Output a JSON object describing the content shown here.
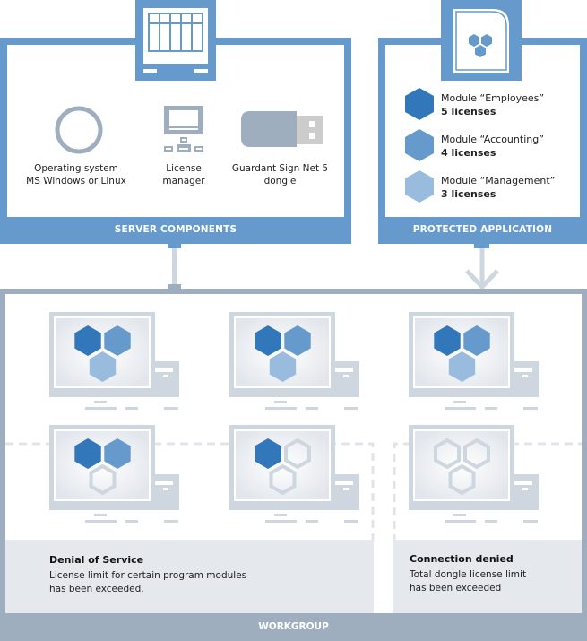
{
  "server_components": {
    "title": "SERVER COMPONENTS",
    "icon": "server-icon",
    "items": [
      {
        "icon": "os-ring-icon",
        "line1": "Operating system",
        "line2": "MS Windows or Linux"
      },
      {
        "icon": "license-manager-icon",
        "line1": "License",
        "line2": "manager"
      },
      {
        "icon": "usb-dongle-icon",
        "line1": "Guardant Sign Net 5",
        "line2": "dongle"
      }
    ]
  },
  "protected_application": {
    "title": "PROTECTED APPLICATION",
    "icon": "application-document-icon",
    "modules": [
      {
        "name": "Module “Employees”",
        "licenses": "5 licenses",
        "color": "#3377bb"
      },
      {
        "name": "Module “Accounting”",
        "licenses": "4 licenses",
        "color": "#6699cc"
      },
      {
        "name": "Module “Management”",
        "licenses": "3 licenses",
        "color": "#99bbdd"
      }
    ]
  },
  "workgroup": {
    "title": "WORKGROUP",
    "workstations": [
      {
        "modules": [
          "Employees",
          "Accounting",
          "Management"
        ]
      },
      {
        "modules": [
          "Employees",
          "Accounting",
          "Management"
        ]
      },
      {
        "modules": [
          "Employees",
          "Accounting",
          "Management"
        ]
      },
      {
        "modules": [
          "Employees",
          "Accounting"
        ]
      },
      {
        "modules": [
          "Employees"
        ]
      },
      {
        "modules": []
      }
    ],
    "denial_of_service": {
      "title": "Denial of Service",
      "line1": "License limit for certain program modules",
      "line2": "has been exceeded."
    },
    "connection_denied": {
      "title": "Connection denied",
      "line1": "Total dongle license limit",
      "line2": "has been exceeded"
    }
  },
  "colors": {
    "accent_blue": "#6699cc",
    "dark_blue": "#3377bb",
    "light_blue": "#99bbdd",
    "gray_blue": "#9eaebe",
    "light_gray": "#ced6df",
    "status_bg": "#e5e8ed"
  }
}
